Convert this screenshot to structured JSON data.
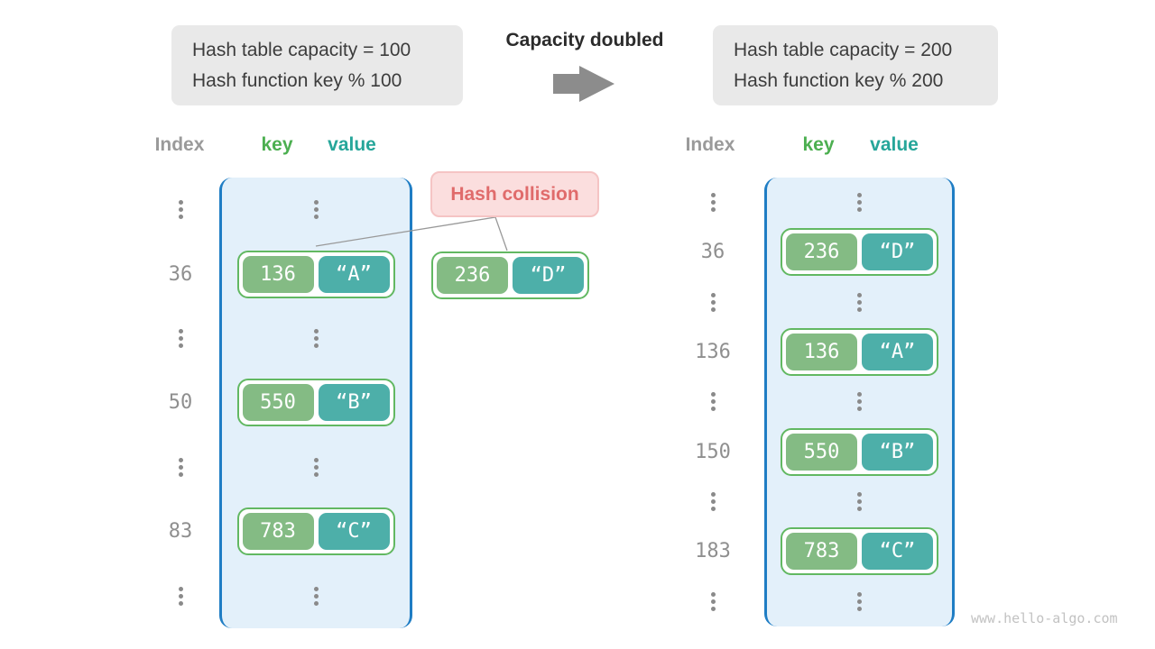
{
  "info_boxes": {
    "left": {
      "line1": "Hash table capacity = 100",
      "line2": "Hash function key % 100"
    },
    "right": {
      "line1": "Hash table capacity = 200",
      "line2": "Hash function key % 200"
    }
  },
  "transition": {
    "label": "Capacity doubled",
    "arrow_icon": "right-block-arrow"
  },
  "column_headers": {
    "index": "Index",
    "key": "key",
    "value": "value"
  },
  "collision": {
    "label": "Hash collision",
    "pair": {
      "key": "236",
      "value": "“D”"
    }
  },
  "tables": {
    "left": {
      "rows": [
        {
          "type": "dots"
        },
        {
          "type": "pair",
          "index": "36",
          "key": "136",
          "value": "“A”"
        },
        {
          "type": "dots"
        },
        {
          "type": "pair",
          "index": "50",
          "key": "550",
          "value": "“B”"
        },
        {
          "type": "dots"
        },
        {
          "type": "pair",
          "index": "83",
          "key": "783",
          "value": "“C”"
        },
        {
          "type": "dots"
        }
      ]
    },
    "right": {
      "rows": [
        {
          "type": "dots"
        },
        {
          "type": "pair",
          "index": "36",
          "key": "236",
          "value": "“D”"
        },
        {
          "type": "dots"
        },
        {
          "type": "pair",
          "index": "136",
          "key": "136",
          "value": "“A”"
        },
        {
          "type": "dots"
        },
        {
          "type": "pair",
          "index": "150",
          "key": "550",
          "value": "“B”"
        },
        {
          "type": "dots"
        },
        {
          "type": "pair",
          "index": "183",
          "key": "783",
          "value": "“C”"
        },
        {
          "type": "dots"
        }
      ]
    }
  },
  "watermark": "www.hello-algo.com",
  "colors": {
    "container_bg": "#E3F0FA",
    "container_border": "#1F7DC4",
    "key_fill": "#84BB84",
    "value_fill": "#4DAFA9",
    "pair_border": "#62B862",
    "key_header": "#4CAF50",
    "value_header": "#26A69A",
    "index_text": "#8F8F8F",
    "collision_bg": "#FBDEDE",
    "collision_text": "#E06B6B",
    "infobox_bg": "#E9E9E9",
    "arrow": "#8C8C8C"
  }
}
